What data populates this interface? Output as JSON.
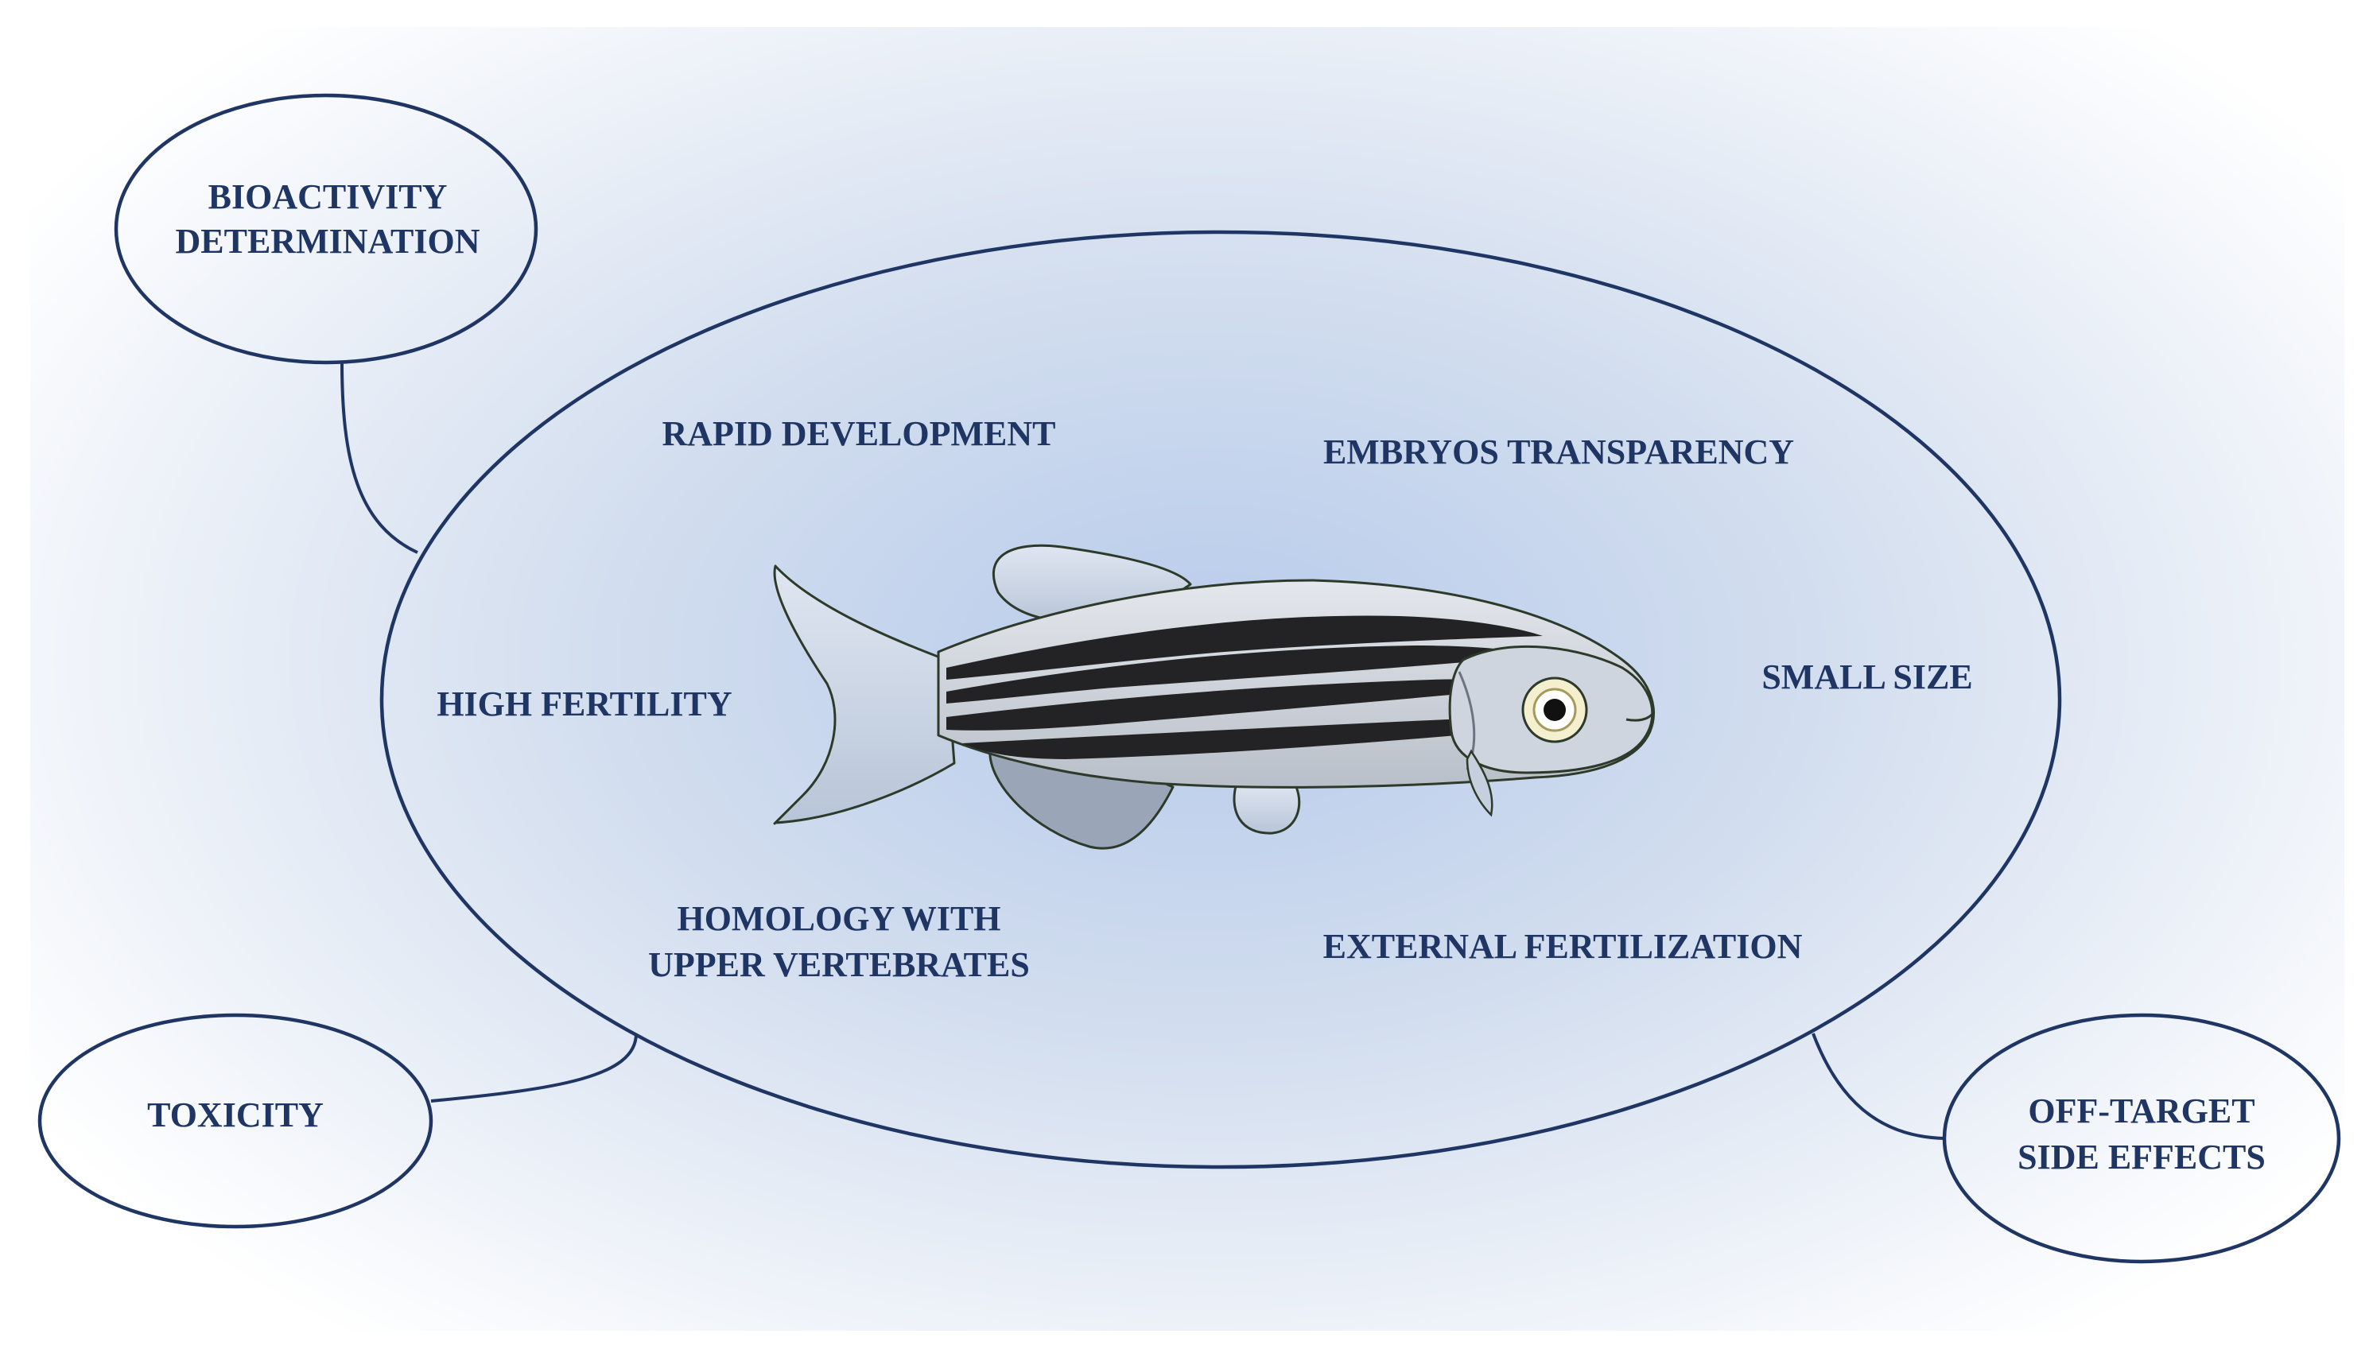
{
  "center": {
    "labels": {
      "rapid_development": "RAPID DEVELOPMENT",
      "embryos_transparency": "EMBRYOS TRANSPARENCY",
      "high_fertility": "HIGH FERTILITY",
      "small_size": "SMALL SIZE",
      "homology_line1": "HOMOLOGY WITH",
      "homology_line2": "UPPER VERTEBRATES",
      "external_fertilization": "EXTERNAL FERTILIZATION"
    },
    "image": "zebrafish-illustration"
  },
  "applications": {
    "bioactivity_line1": "BIOACTIVITY",
    "bioactivity_line2": "DETERMINATION",
    "toxicity": "TOXICITY",
    "offtarget_line1": "OFF-TARGET",
    "offtarget_line2": "SIDE EFFECTS"
  },
  "colors": {
    "outline": "#1f3563",
    "text": "#1f3563",
    "background_center": "#b9cdec",
    "background_edge": "#ffffff"
  }
}
